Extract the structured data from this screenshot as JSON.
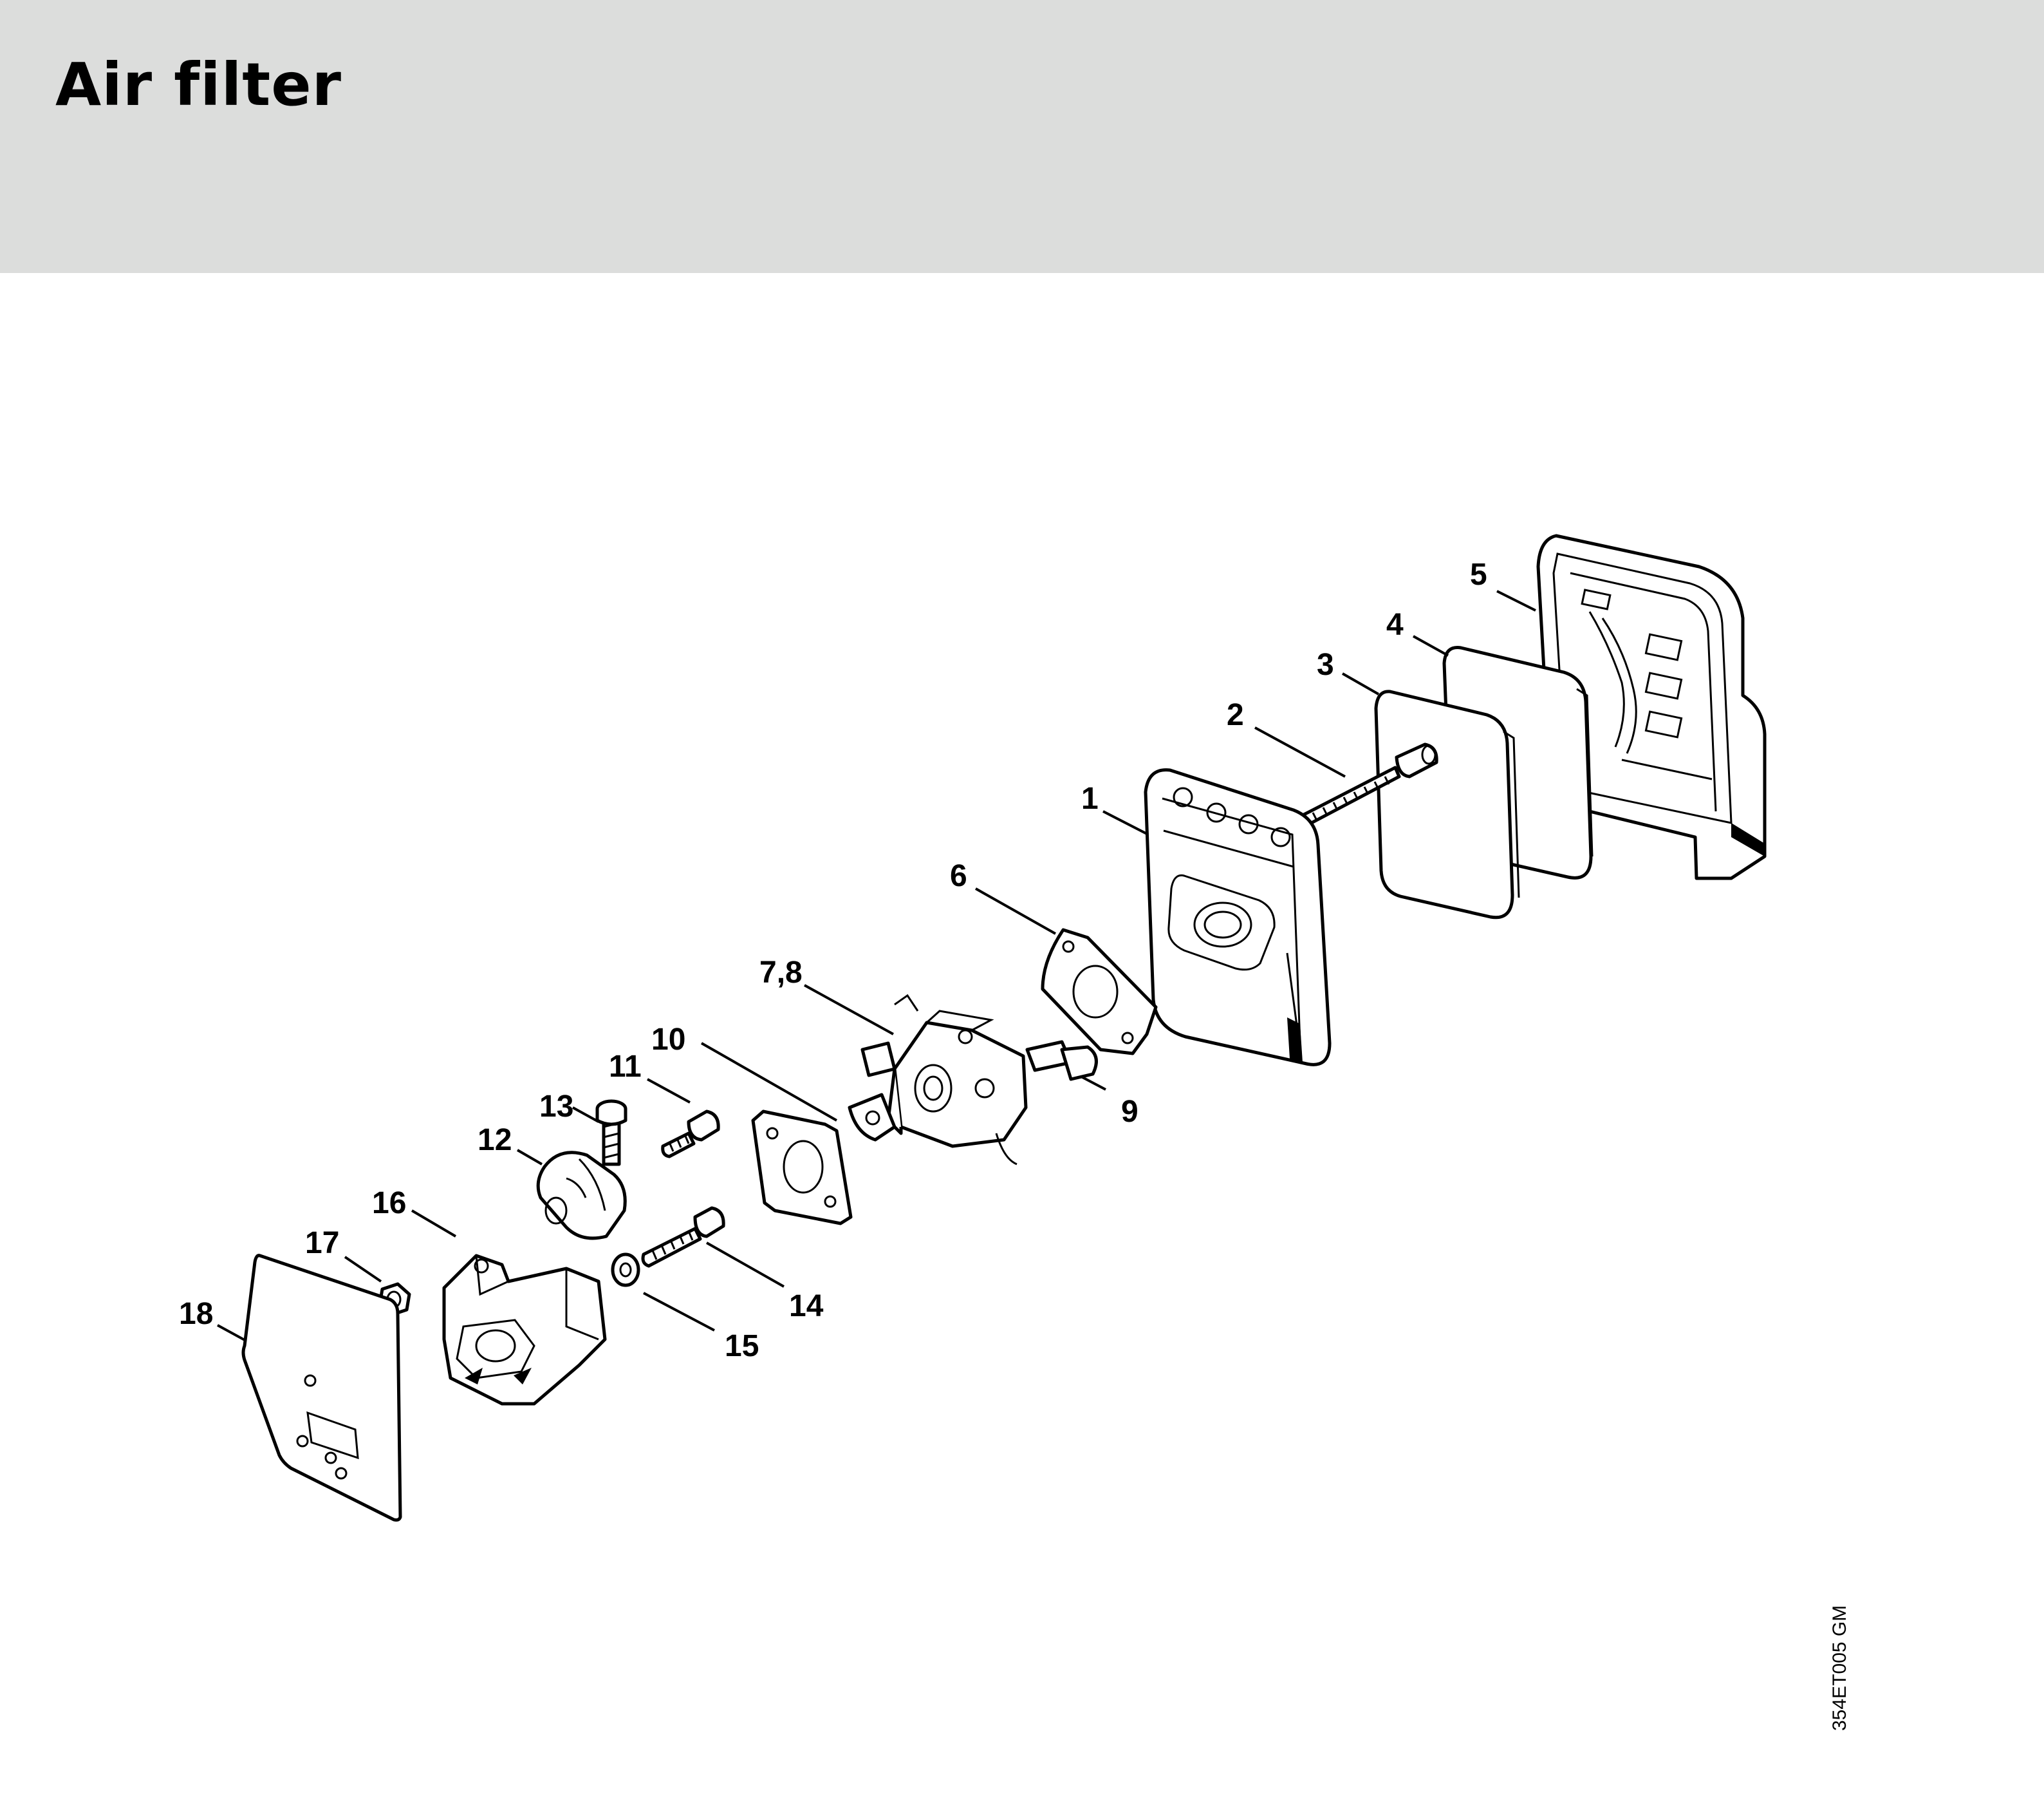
{
  "header": {
    "title": "Air filter"
  },
  "callouts": {
    "c1": "1",
    "c2": "2",
    "c3": "3",
    "c4": "4",
    "c5": "5",
    "c6": "6",
    "c78": "7,8",
    "c9": "9",
    "c10": "10",
    "c11": "11",
    "c12": "12",
    "c13": "13",
    "c14": "14",
    "c15": "15",
    "c16": "16",
    "c17": "17",
    "c18": "18"
  },
  "drawing_code": "354ET005 GM"
}
